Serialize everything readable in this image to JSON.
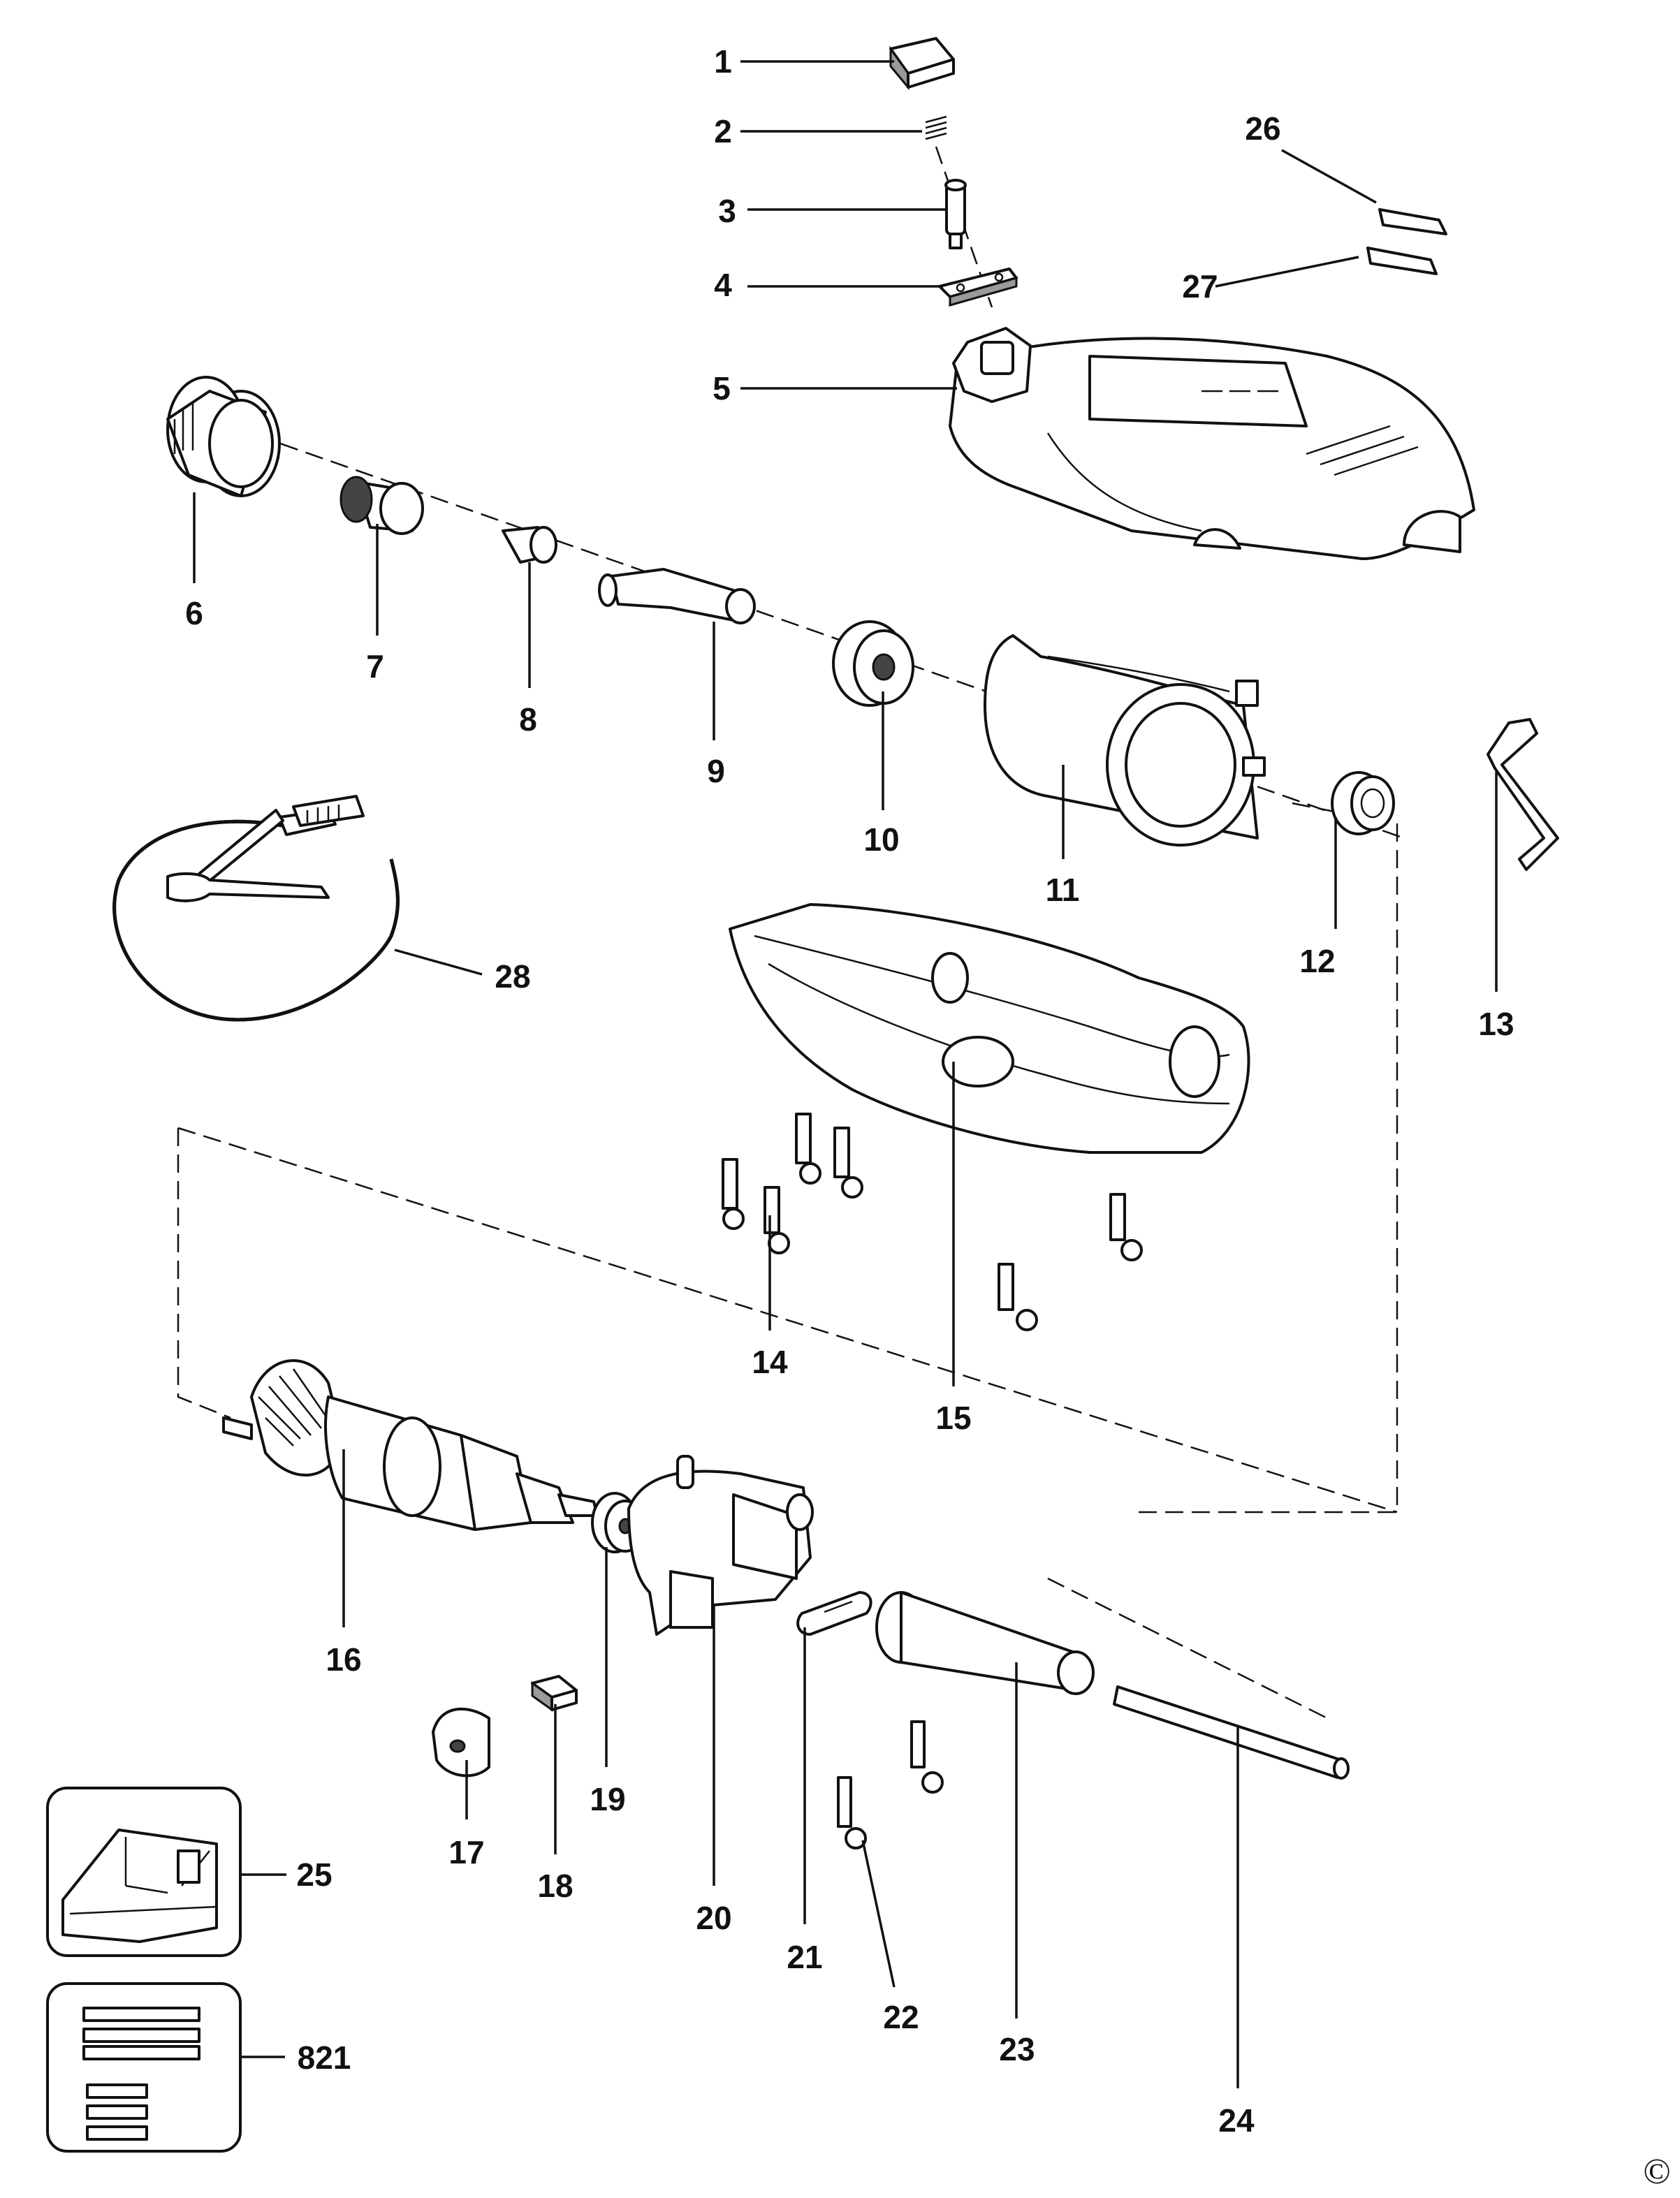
{
  "figure": "Exploded parts diagram - rotary tool",
  "callouts": [
    "1",
    "2",
    "3",
    "4",
    "5",
    "6",
    "7",
    "8",
    "9",
    "10",
    "11",
    "12",
    "13",
    "14",
    "15",
    "16",
    "17",
    "18",
    "19",
    "20",
    "21",
    "22",
    "23",
    "24",
    "25",
    "26",
    "27",
    "28",
    "821"
  ],
  "copyright_symbol": "©"
}
